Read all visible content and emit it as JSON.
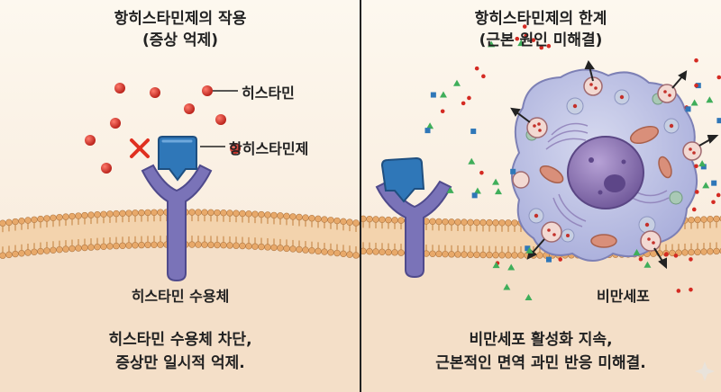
{
  "left_panel": {
    "title_line1": "항히스타민제의 작용",
    "title_line2": "(증상 억제)",
    "label_histamine": "히스타민",
    "label_antihistamine": "항히스타민제",
    "label_receptor": "히스타민 수용체",
    "caption_line1": "히스타민 수용체 차단,",
    "caption_line2": "증상만 일시적 억제."
  },
  "right_panel": {
    "title_line1": "항히스타민제의 한계",
    "title_line2": "(근본 원인 미해결)",
    "label_mast_cell": "비만세포",
    "caption_line1": "비만세포 활성화 지속,",
    "caption_line2": "근본적인 면역 과민 반응 미해결."
  },
  "colors": {
    "membrane_head": "#e8a96a",
    "membrane_tail": "#c98d4e",
    "receptor": "#7a73b8",
    "drug": "#2f77b8",
    "histamine": "#d42a22",
    "block_x": "#e03020",
    "mast_cell": "#b9bde0",
    "nucleus": "#8f78b8"
  },
  "icons": [
    "blocked-x-icon",
    "sparkle-icon"
  ]
}
